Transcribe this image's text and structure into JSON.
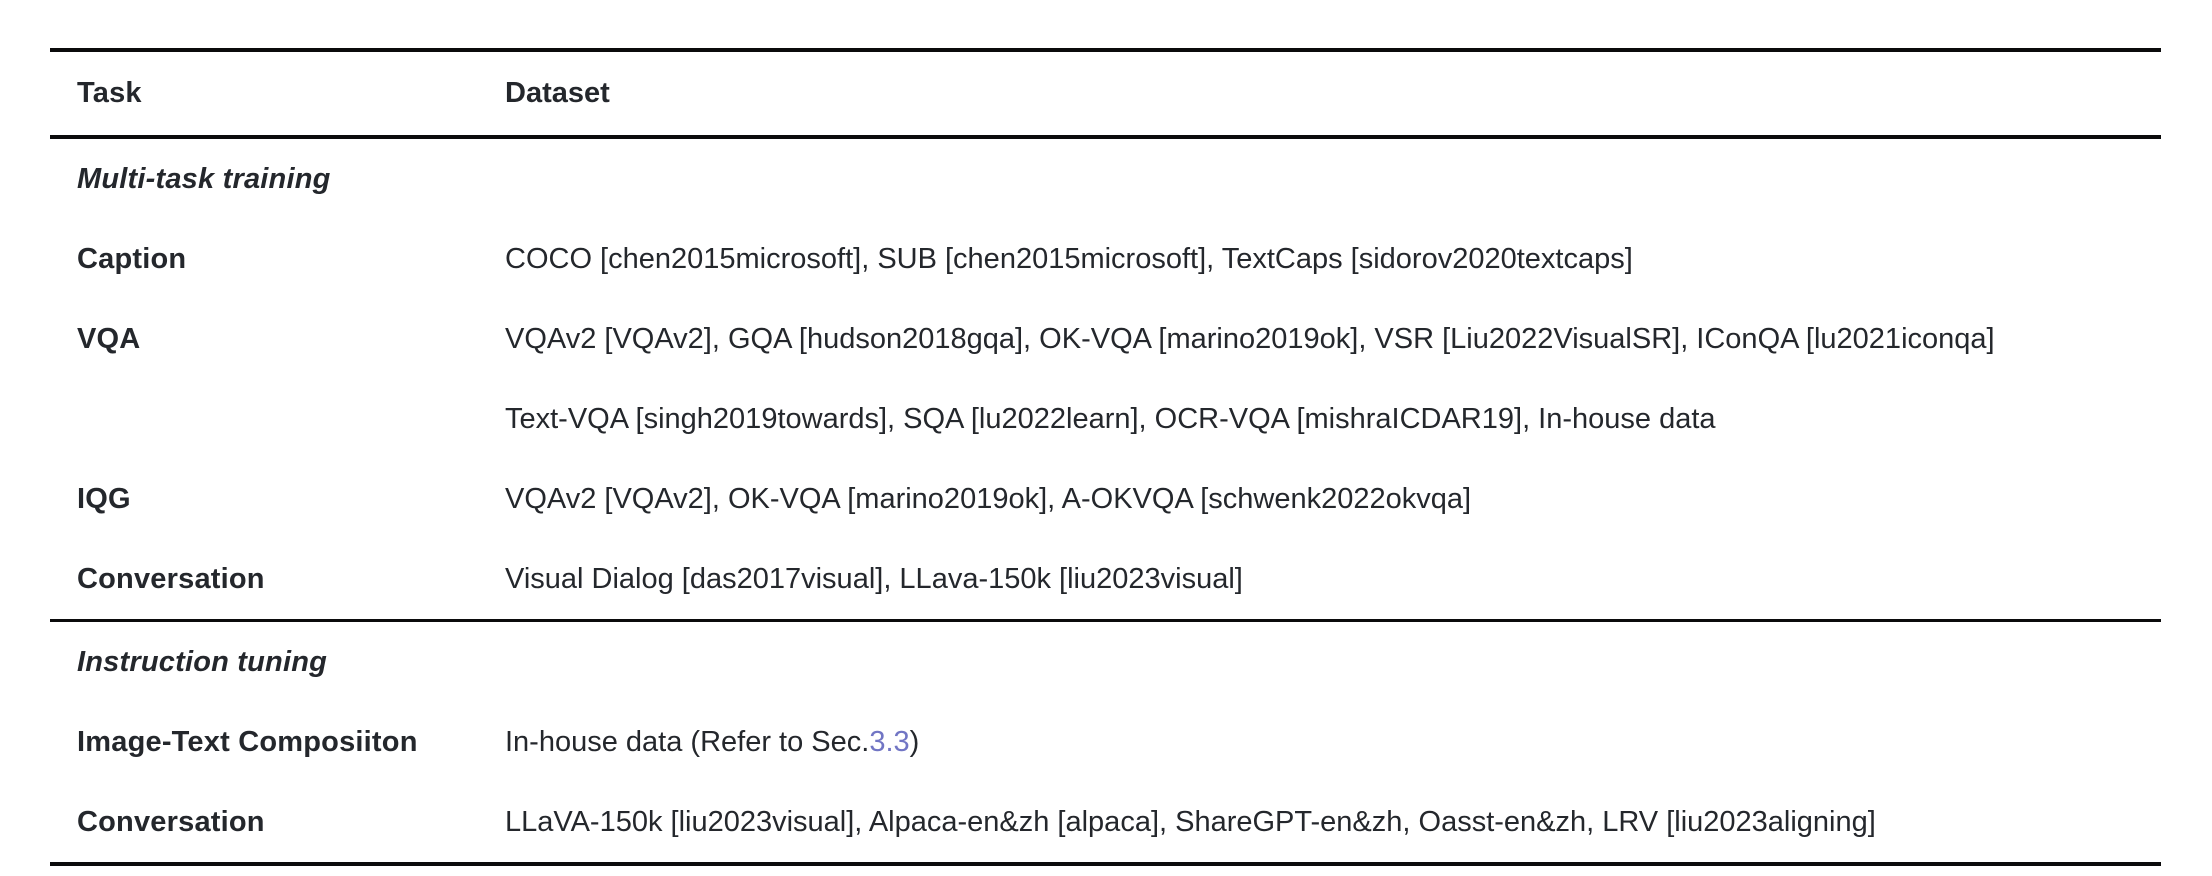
{
  "colors": {
    "background": "#ffffff",
    "text": "#24272c",
    "rule": "#0b0b0c",
    "section_ref_link": "#7175c4"
  },
  "table": {
    "headers": {
      "task": "Task",
      "dataset": "Dataset"
    },
    "sections": [
      {
        "title": "Multi-task training",
        "rows": [
          {
            "task": "Caption",
            "dataset_lines": [
              "COCO [chen2015microsoft], SUB [chen2015microsoft], TextCaps [sidorov2020textcaps]"
            ]
          },
          {
            "task": "VQA",
            "dataset_lines": [
              "VQAv2 [VQAv2], GQA [hudson2018gqa], OK-VQA [marino2019ok], VSR [Liu2022VisualSR], IConQA [lu2021iconqa]",
              "Text-VQA [singh2019towards], SQA [lu2022learn], OCR-VQA [mishraICDAR19], In-house data"
            ]
          },
          {
            "task": "IQG",
            "dataset_lines": [
              "VQAv2 [VQAv2], OK-VQA [marino2019ok], A-OKVQA [schwenk2022okvqa]"
            ]
          },
          {
            "task": "Conversation",
            "dataset_lines": [
              "Visual Dialog [das2017visual], LLava-150k [liu2023visual]"
            ]
          }
        ]
      },
      {
        "title": "Instruction tuning",
        "rows": [
          {
            "task": "Image-Text Composiiton",
            "dataset_ref": {
              "before": "In-house data (Refer to Sec.",
              "link": "3.3",
              "after": ")"
            }
          },
          {
            "task": "Conversation",
            "dataset_lines": [
              "LLaVA-150k [liu2023visual], Alpaca-en&zh [alpaca], ShareGPT-en&zh, Oasst-en&zh, LRV [liu2023aligning]"
            ]
          }
        ]
      }
    ]
  }
}
